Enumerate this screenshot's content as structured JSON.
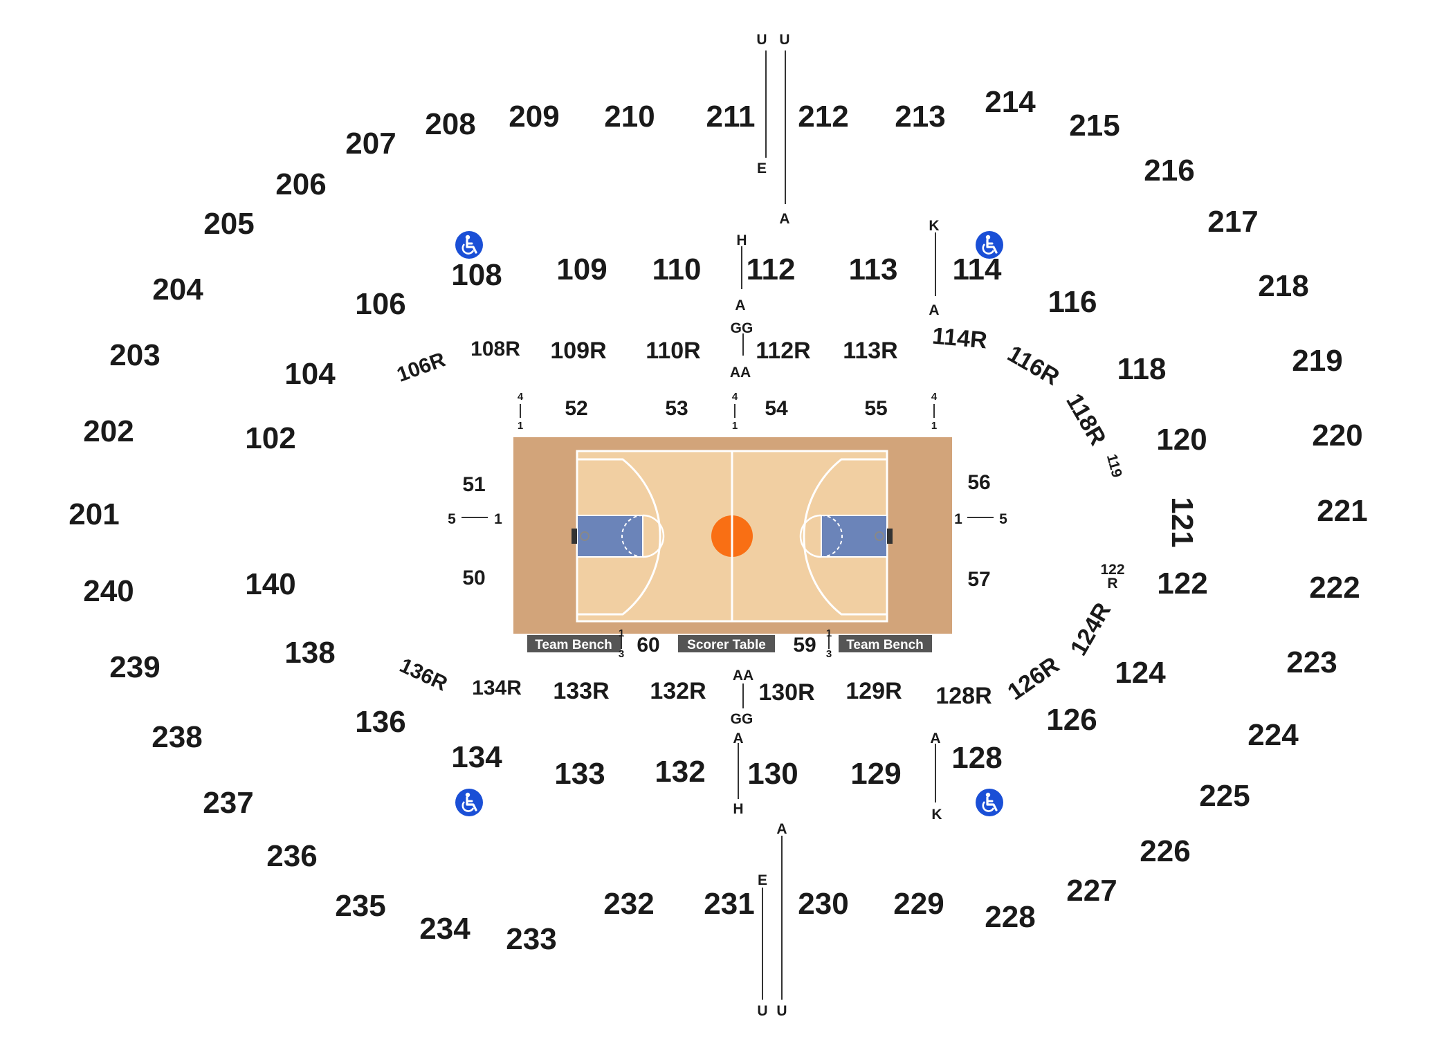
{
  "venue_map": {
    "court": {
      "colors": {
        "apron": "#d2a47a",
        "floor": "#f1cfa2",
        "key": "#6b84b9",
        "ball": "#f96f14",
        "bench": "#555555"
      },
      "benches": [
        "Team Bench",
        "Scorer Table",
        "Team Bench"
      ]
    },
    "accessible_icon": "wheelchair-icon",
    "upper_sections": [
      "201",
      "202",
      "203",
      "204",
      "205",
      "206",
      "207",
      "208",
      "209",
      "210",
      "211",
      "212",
      "213",
      "214",
      "215",
      "216",
      "217",
      "218",
      "219",
      "220",
      "221",
      "222",
      "223",
      "224",
      "225",
      "226",
      "227",
      "228",
      "229",
      "230",
      "231",
      "232",
      "233",
      "234",
      "235",
      "236",
      "237",
      "238",
      "239",
      "240"
    ],
    "lower_sections": [
      "102",
      "104",
      "106",
      "108",
      "109",
      "110",
      "112",
      "113",
      "114",
      "116",
      "118",
      "120",
      "121",
      "122",
      "124",
      "126",
      "128",
      "129",
      "130",
      "132",
      "133",
      "134",
      "136",
      "138",
      "140"
    ],
    "riser_sections": [
      "106R",
      "108R",
      "109R",
      "110R",
      "112R",
      "113R",
      "114R",
      "116R",
      "118R",
      "119",
      "122",
      "R",
      "124R",
      "126R",
      "128R",
      "129R",
      "130R",
      "132R",
      "133R",
      "134R",
      "136R"
    ],
    "floor_sections": [
      "50",
      "51",
      "52",
      "53",
      "54",
      "55",
      "56",
      "57",
      "59",
      "60"
    ],
    "row_markers": [
      "U",
      "E",
      "A",
      "H",
      "A",
      "GG",
      "AA",
      "K",
      "A",
      "4",
      "1",
      "5",
      "1",
      "1",
      "5",
      "1",
      "3",
      "A",
      "K",
      "U"
    ]
  }
}
